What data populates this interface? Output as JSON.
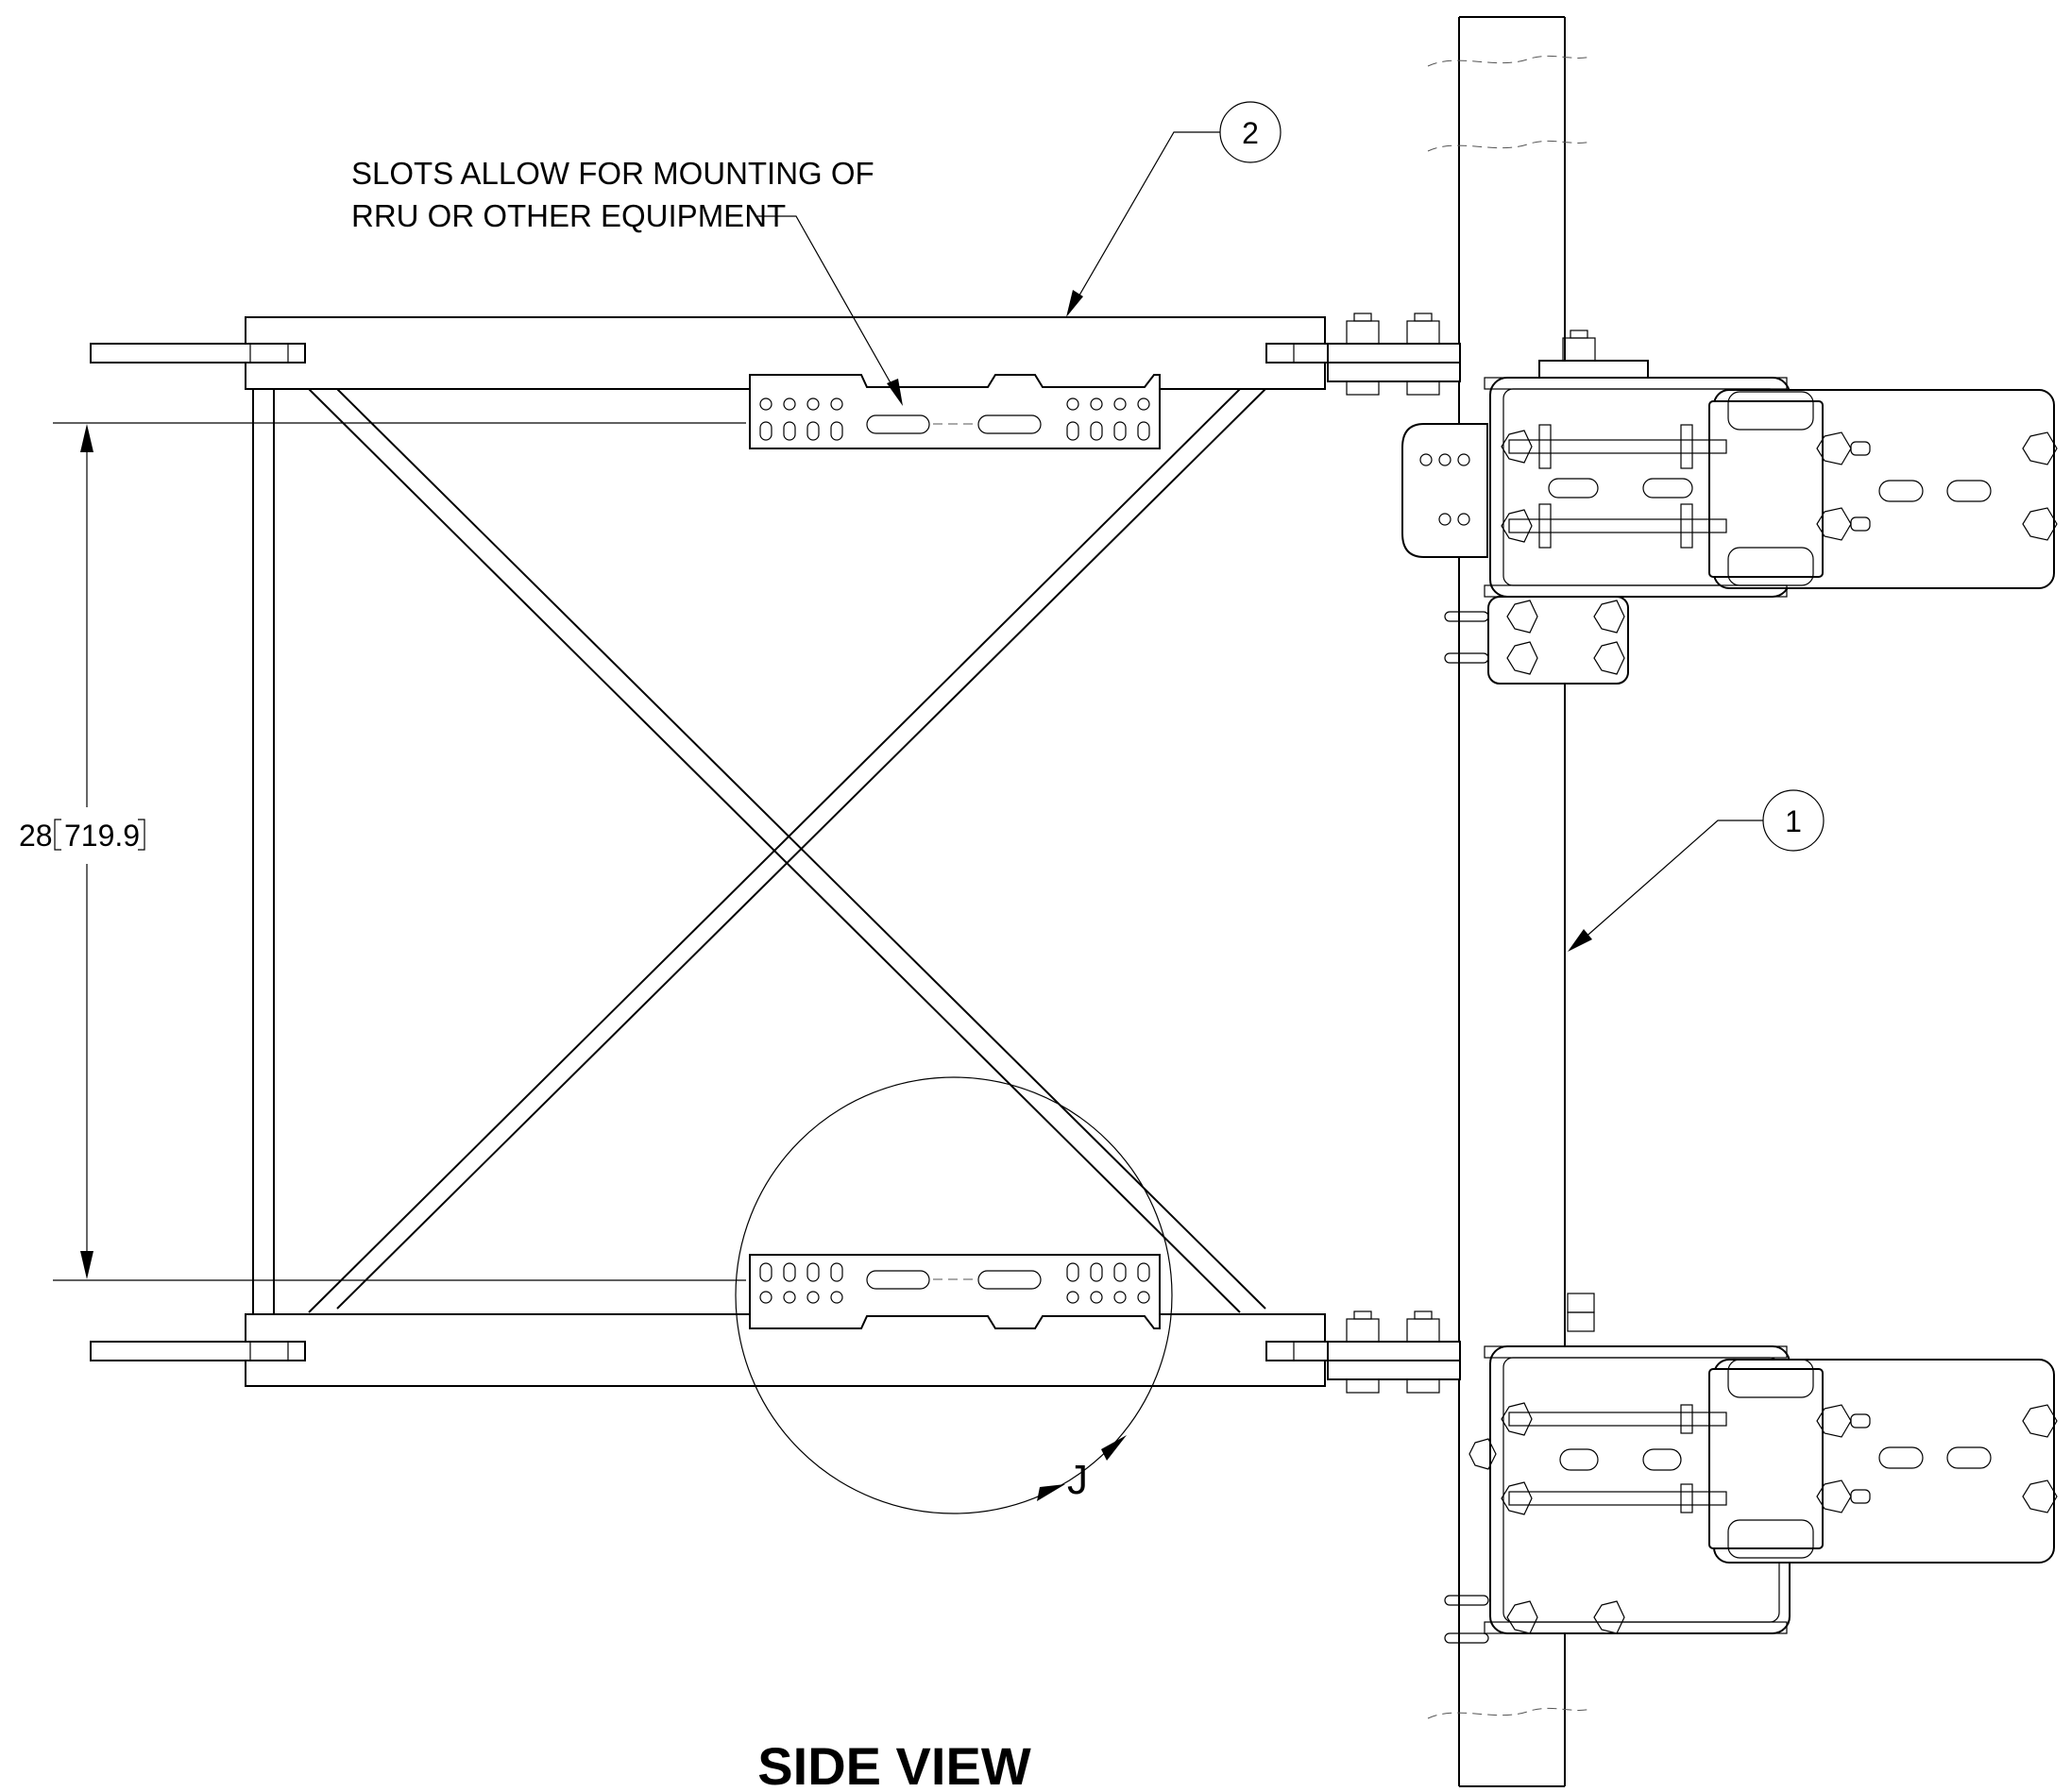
{
  "view_title": "SIDE VIEW",
  "note": {
    "line1": "SLOTS ALLOW FOR MOUNTING OF",
    "line2": "RRU OR OTHER EQUIPMENT"
  },
  "dimension": {
    "inches": "28",
    "mm": "719.9"
  },
  "balloons": [
    "2",
    "1"
  ],
  "detail_label": "J"
}
